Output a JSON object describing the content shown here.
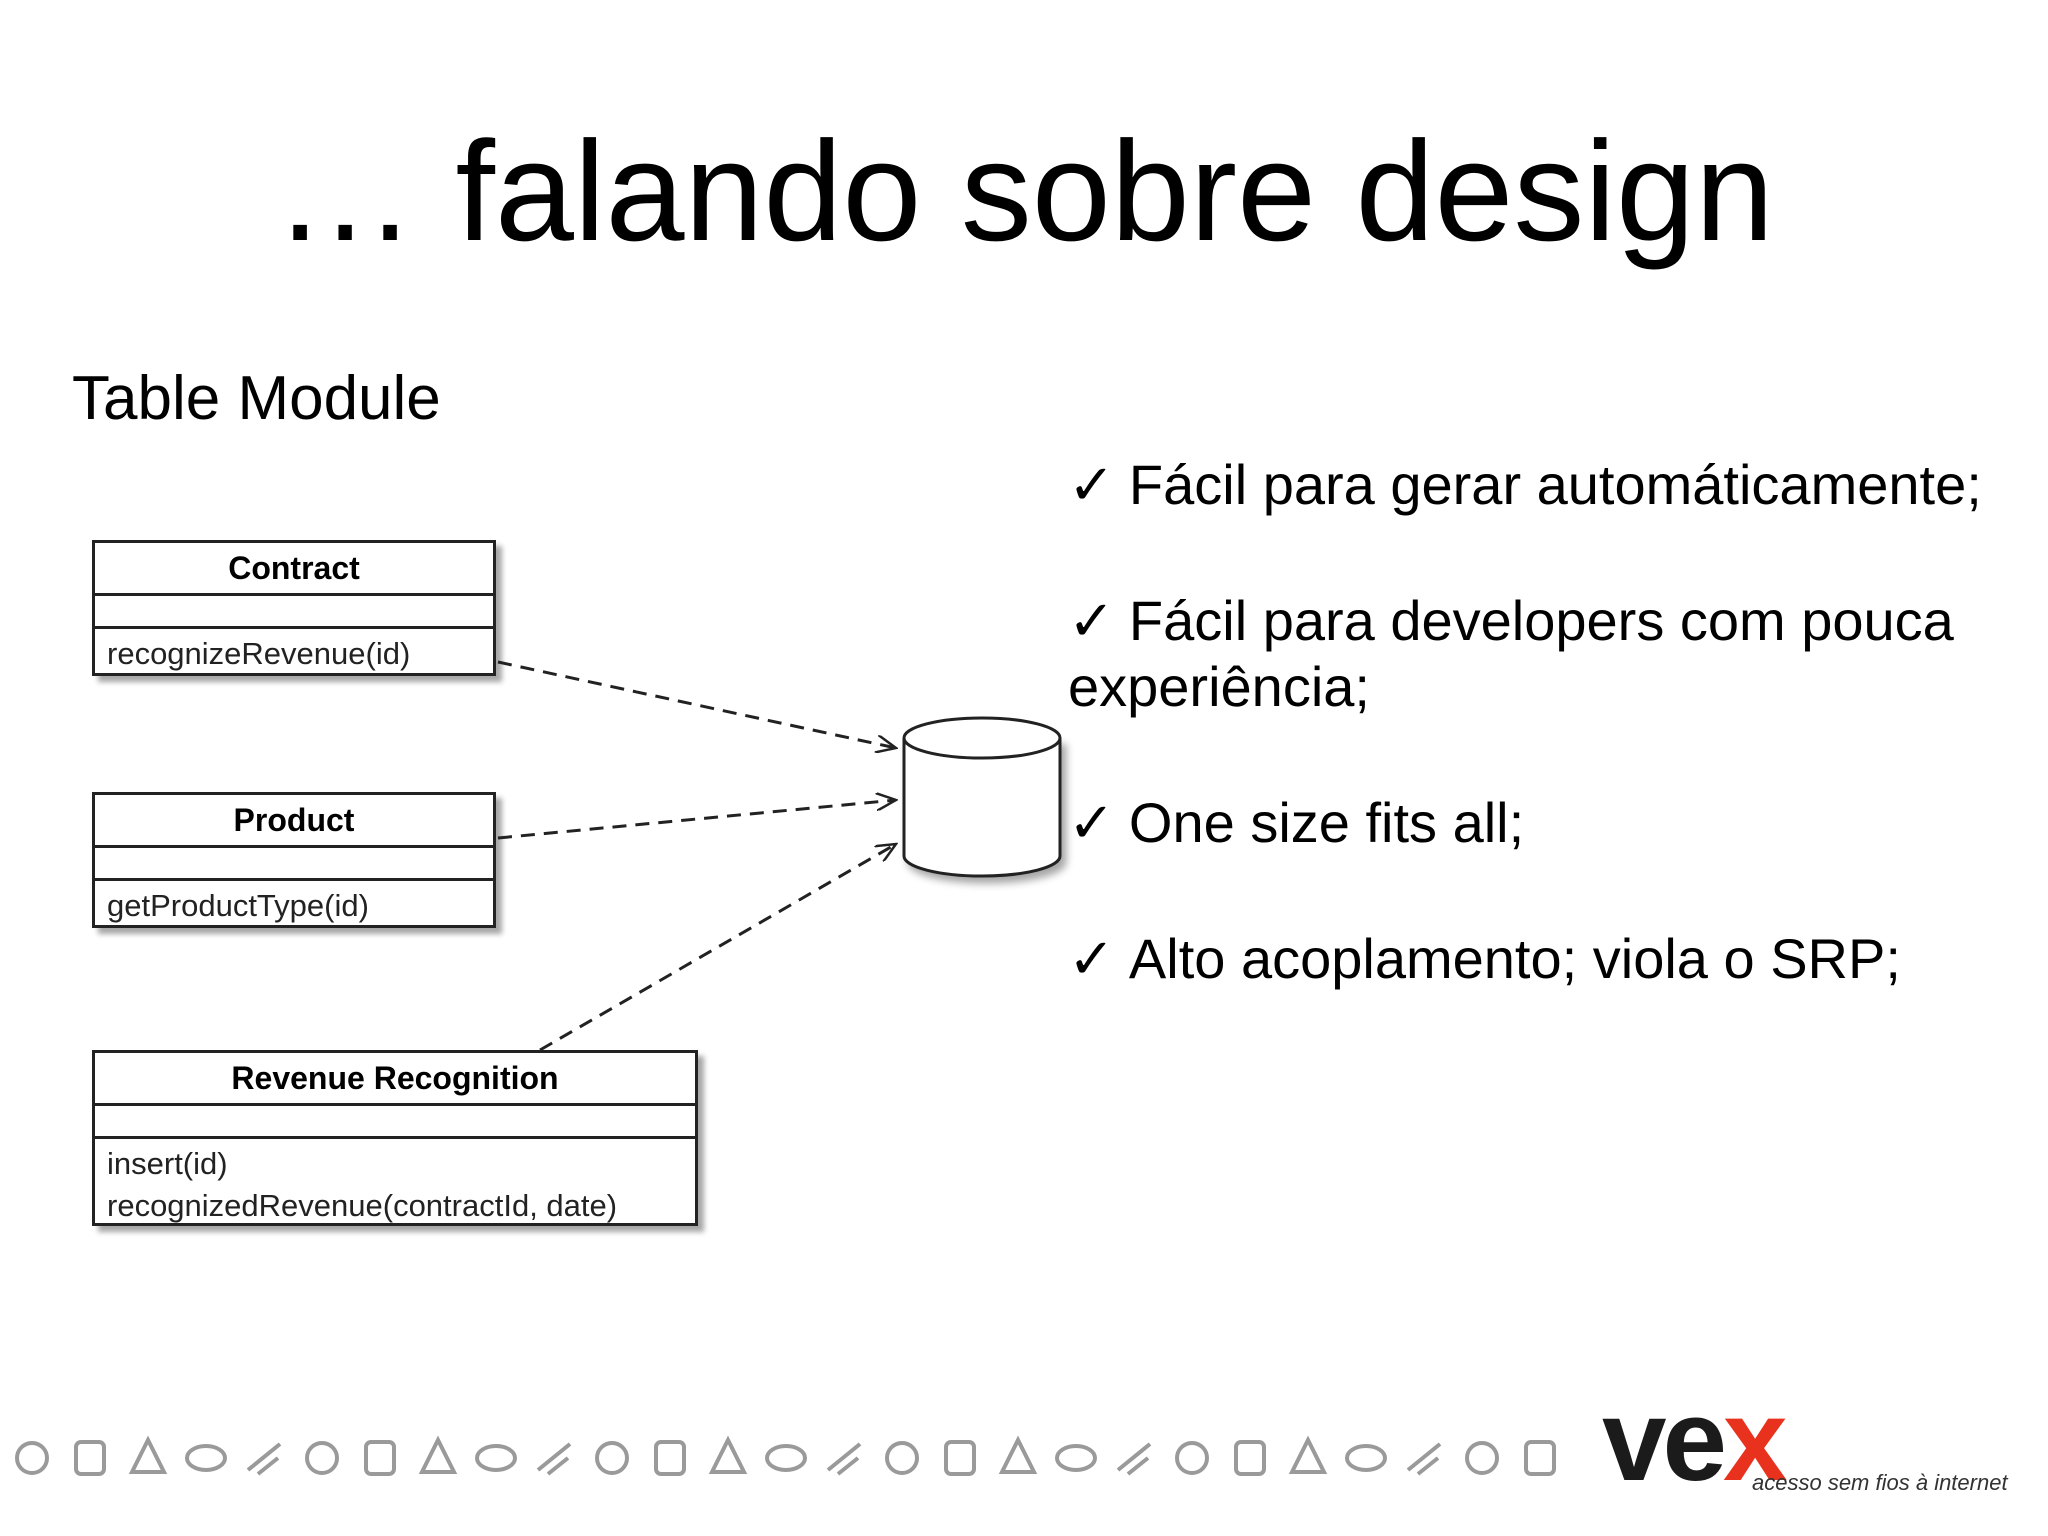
{
  "slide": {
    "title": "… falando sobre design",
    "subtitle": "Table Module"
  },
  "diagram": {
    "classes": [
      {
        "name": "Contract",
        "operations": [
          "recognizeRevenue(id)"
        ]
      },
      {
        "name": "Product",
        "operations": [
          "getProductType(id)"
        ]
      },
      {
        "name": "Revenue Recognition",
        "operations": [
          "insert(id)",
          "recognizedRevenue(contractId, date)"
        ]
      }
    ]
  },
  "bullets": [
    "Fácil para gerar automáticamente;",
    "Fácil para developers com pouca experiência;",
    "One size fits all;",
    "Alto acoplamento; viola o SRP;"
  ],
  "check_glyph": "✓",
  "footer": {
    "logo_v": "ve",
    "logo_x": "x",
    "tagline": "acesso sem fios à internet",
    "icons": [
      "masks-icon",
      "pen-icon",
      "chat-icon",
      "ice-cream-icon",
      "book-icon",
      "mail-icon",
      "gift-icon",
      "microphone-icon",
      "bus-icon",
      "laptop-icon",
      "plane-icon",
      "coffee-icon",
      "phone-icon",
      "wifi-icon",
      "masks-icon",
      "pen-icon",
      "chat-icon",
      "ice-cream-icon",
      "book-icon",
      "mail-icon",
      "gift-icon",
      "microphone-icon",
      "bus-icon",
      "laptop-icon",
      "plane-icon",
      "coffee-icon",
      "phone-icon"
    ],
    "icon_color": "#9a9a9a"
  },
  "colors": {
    "logo_red": "#e8321e",
    "logo_dark": "#1b1b1b"
  }
}
